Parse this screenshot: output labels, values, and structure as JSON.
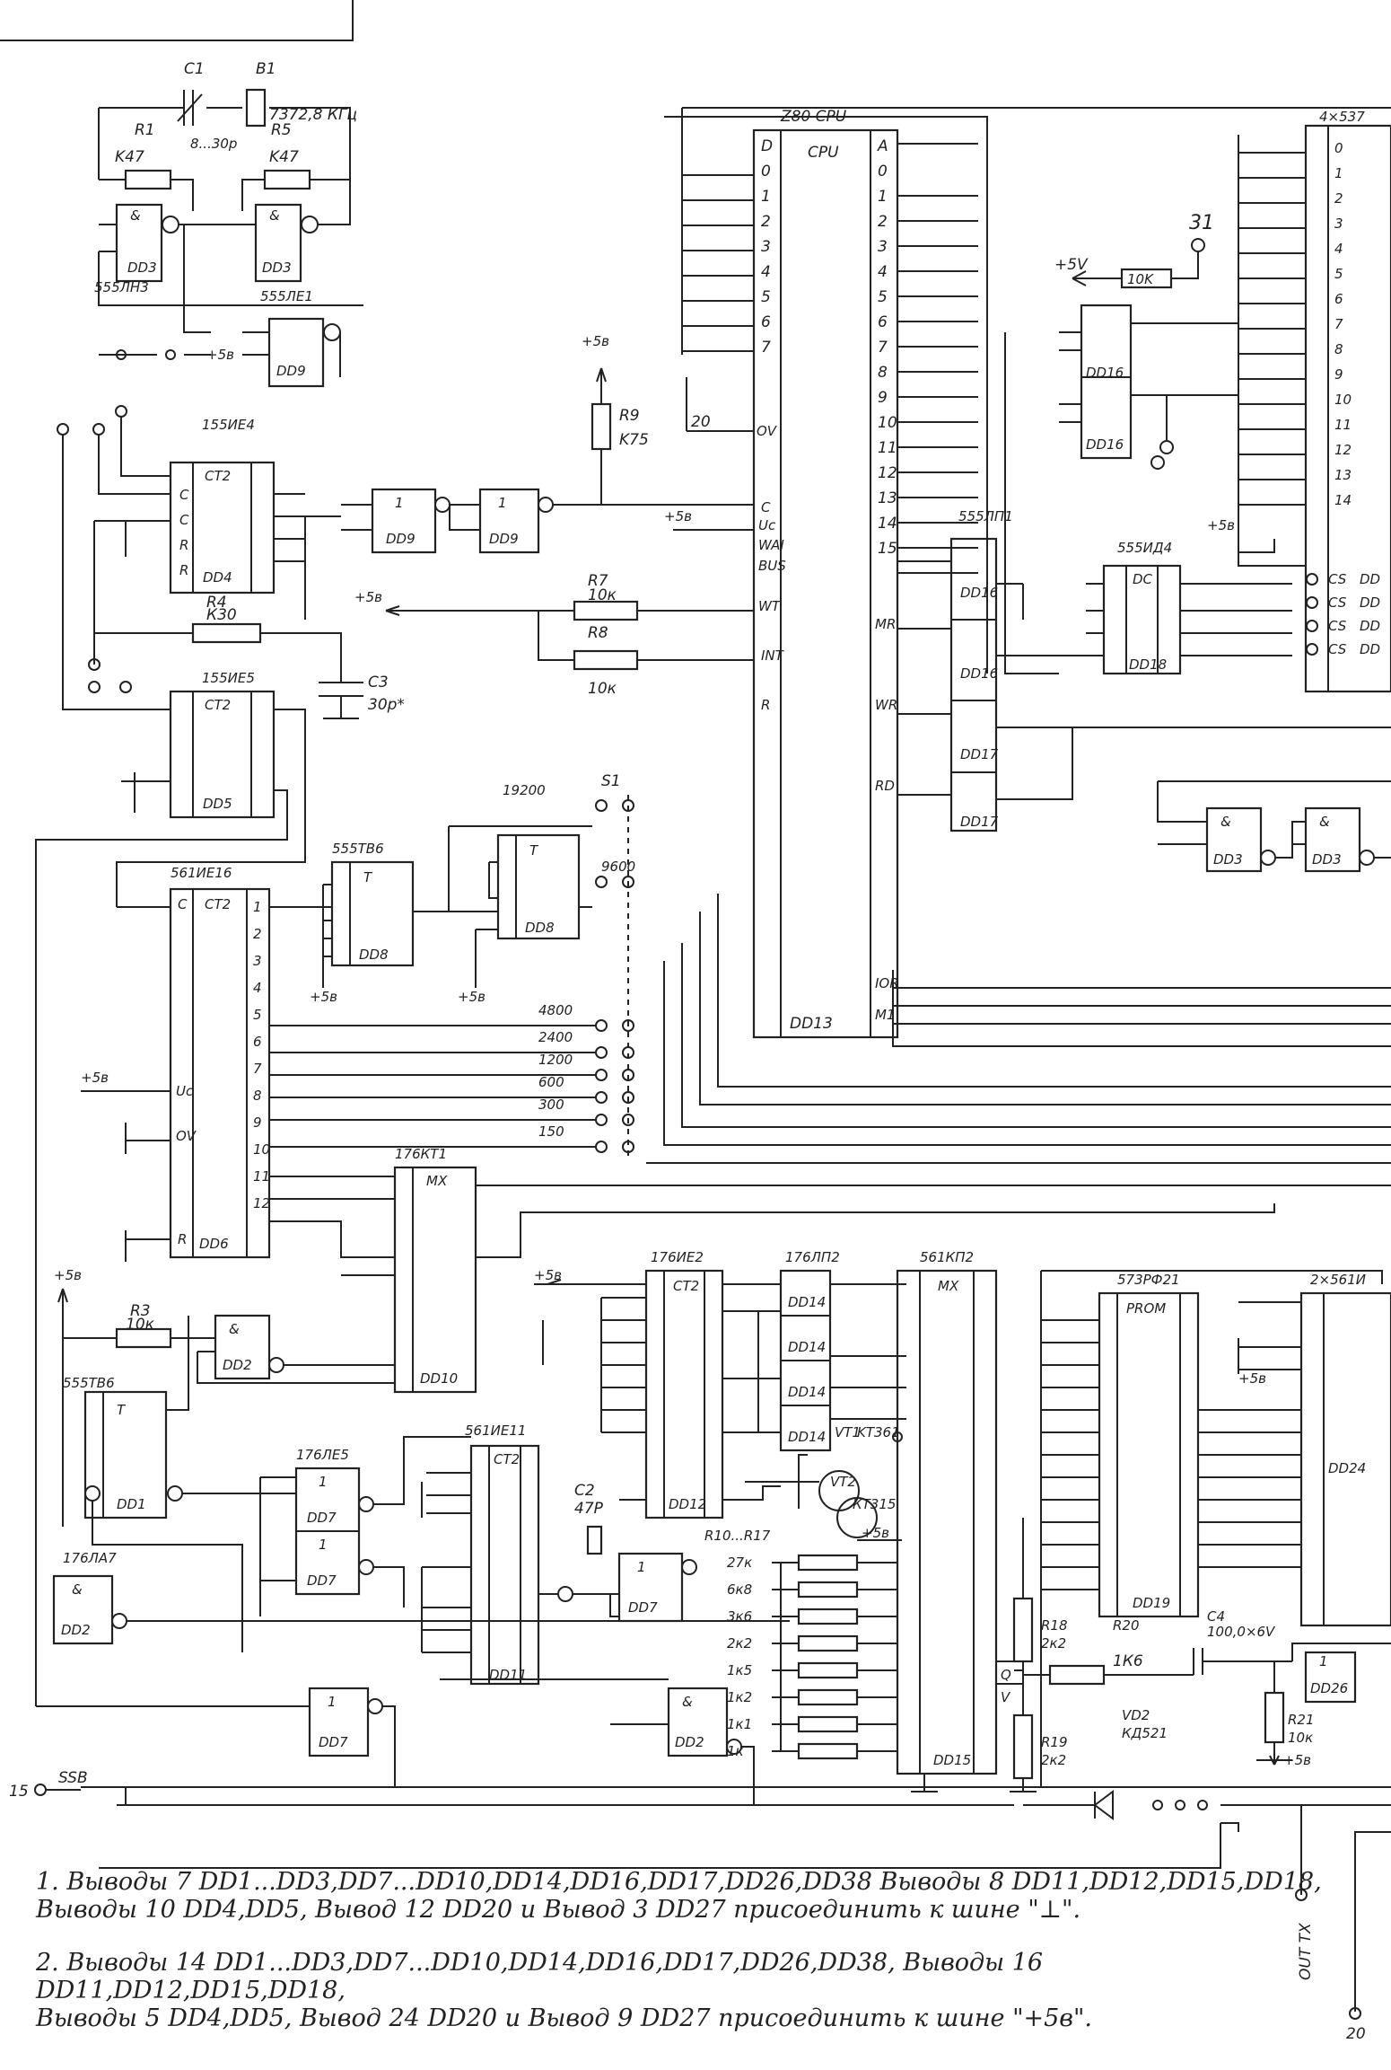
{
  "components": {
    "crystal": {
      "c1": "C1",
      "c1_value": "8...30p",
      "b1": "B1",
      "b1_freq": "7372,8 КГц",
      "r1": "R1",
      "r1_value": "K47",
      "r5": "R5",
      "r5_value": "K47",
      "dd3_a": "DD3",
      "dd3_b": "DD3",
      "dd3_c": "DD9",
      "dd3_type": "555ЛН3",
      "dd9_type": "555ЛЕ1",
      "plus5": "+5в"
    },
    "cpu": {
      "type": "Z80 CPU",
      "name": "CPU",
      "ref": "DD13",
      "data_pins": [
        "D",
        "0",
        "1",
        "2",
        "3",
        "4",
        "5",
        "6",
        "7"
      ],
      "addr_pins": [
        "A",
        "0",
        "1",
        "2",
        "3",
        "4",
        "5",
        "6",
        "7",
        "8",
        "9",
        "10",
        "11",
        "12",
        "13",
        "14",
        "15"
      ],
      "ctrl": [
        "OV",
        "C",
        "Uc",
        "WAI",
        "BUS",
        "WT",
        "INT",
        "R",
        "MR",
        "WR",
        "RD",
        "IOR",
        "M1"
      ]
    },
    "counters": {
      "dd4_type": "155ИЕ4",
      "dd4": "DD4",
      "dd5_type": "155ИЕ5",
      "dd5": "DD5",
      "ct2": "CT2",
      "dd6_type": "561ИЕ16",
      "dd6": "DD6",
      "dd8_type": "555ТВ6",
      "dd8_a": "DD8",
      "dd8_b": "DD8",
      "dd9a": "DD9",
      "dd9b": "DD9",
      "r4": "R4",
      "r4_value": "К30",
      "c3": "C3",
      "c3_value": "30p*",
      "r9": "R9",
      "r9_value": "K75",
      "r7": "R7",
      "r7_value": "10к",
      "r8": "R8",
      "r8_value": "10к"
    },
    "baud": {
      "s1": "S1",
      "rates": [
        "19200",
        "9600",
        "4800",
        "2400",
        "1200",
        "600",
        "300",
        "150"
      ]
    },
    "mux": {
      "dd10_type": "176КТ1",
      "dd10": "DD10",
      "mx": "MX"
    },
    "logic_mid": {
      "dd16_type": "555ЛП1",
      "dd16": "DD16",
      "dd17": "DD17",
      "dd18_type": "555ИД4",
      "dd18": "DD18",
      "dc": "DC",
      "dd3_c": "DD3",
      "dd3_d": "DD3"
    },
    "net31": {
      "label": "31",
      "plus5v": "+5V",
      "r": "10K"
    },
    "ram": {
      "type": "4×537",
      "cs": [
        "CS",
        "CS",
        "CS",
        "CS"
      ],
      "dd": [
        "DD",
        "DD",
        "DD",
        "DD"
      ]
    },
    "bottom": {
      "dd1_type": "555ТВ6",
      "dd1": "DD1",
      "r3": "R3",
      "r3_value": "10к",
      "dd2": "DD2",
      "plus5": "+5в",
      "dd7_type": "176ЛЕ5",
      "dd7": [
        "DD7",
        "DD7",
        "DD7",
        "DD7"
      ],
      "dd2_type": "176ЛА7",
      "dd11_type": "561ИЕ11",
      "dd11": "DD11",
      "c2": "C2",
      "c2_value": "47P",
      "dd12_type": "176ИЕ2",
      "dd12": "DD12",
      "dd14_type": "176ЛП2",
      "dd14": "DD14",
      "vt1": "VT1",
      "vt1_type": "KT361",
      "vt2": "VT2",
      "vt2_type": "КТ315",
      "r10_r17": "R10...R17",
      "resistors": [
        "27к",
        "6к8",
        "3к6",
        "2к2",
        "1к5",
        "1к2",
        "1к1",
        "1к"
      ],
      "dd15_type": "561КП2",
      "dd15": "DD15",
      "mx": "MX",
      "dd19_type": "573РФ21",
      "dd19": "DD19",
      "prom": "PROM",
      "dd24_type": "2×561И",
      "dd24": "DD24",
      "r18": "R18",
      "r18_value": "2к2",
      "r19": "R19",
      "r19_value": "2к2",
      "r20": "R20",
      "r20_value": "1К6",
      "c4": "C4",
      "c4_value": "100,0×6V",
      "vd2": "VD2",
      "vd2_type": "КД521",
      "r21": "R21",
      "r21_value": "10к",
      "dd26": "DD26",
      "ssb": "SSB",
      "ssb_pin": "15",
      "out": "OUT TX",
      "out_pin": "20"
    }
  },
  "notes": [
    [
      "1. Выводы 7 DD1...DD3,DD7...DD10,DD14,DD16,DD17,DD26,DD38 Выводы 8 DD11,DD12,DD15,DD18,",
      "Выводы 10 DD4,DD5, Вывод 12 DD20 и Вывод 3 DD27 присоединить к шине \"⊥\"."
    ],
    [
      "2. Выводы 14 DD1...DD3,DD7...DD10,DD14,DD16,DD17,DD26,DD38, Выводы 16 DD11,DD12,DD15,DD18,",
      "Выводы 5 DD4,DD5, Вывод 24 DD20 и Вывод 9 DD27 присоединить к шине \"+5в\"."
    ]
  ]
}
